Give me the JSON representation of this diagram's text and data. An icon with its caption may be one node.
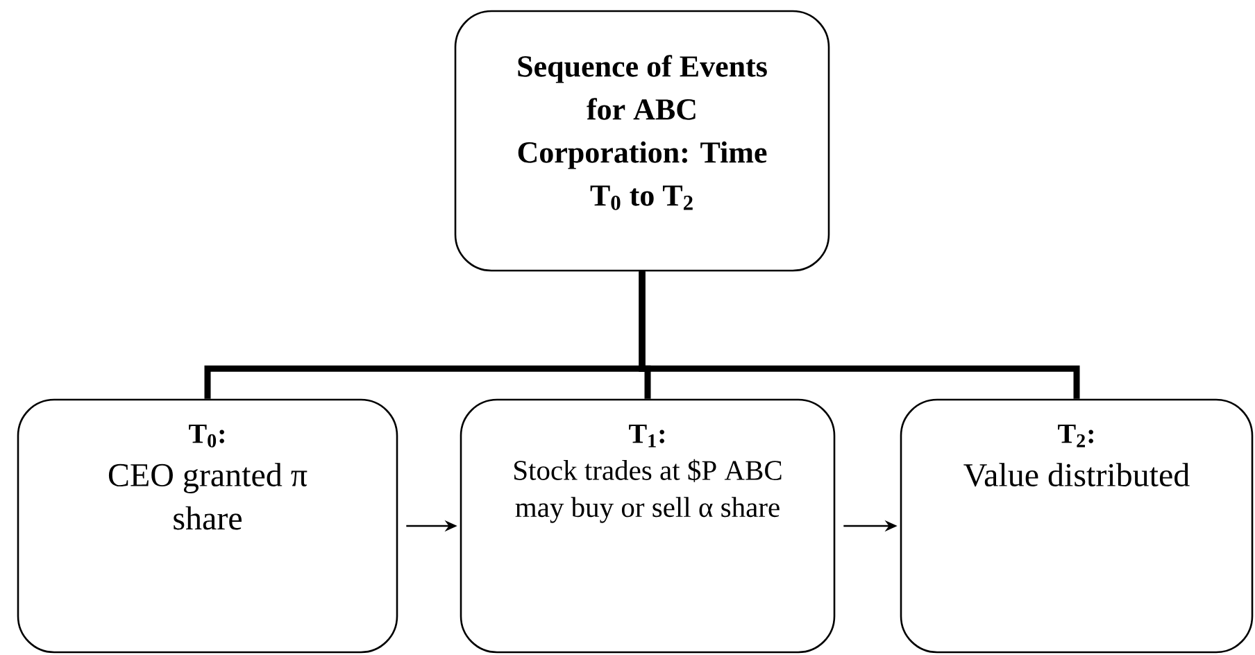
{
  "diagram": {
    "nodes": [
      {
        "text": [
          "Sequence of Events for ABC Corporation: Time T$_{0}$ to T$_{2}$"
        ]
      },
      {
        "text": [
          "T$_{0}$:",
          "CEO granted π share"
        ]
      },
      {
        "text": [
          "T$_{1}$:",
          "Stock trades at $P ABC may buy or sell α share"
        ]
      },
      {
        "text": [
          "T$_{2}$:",
          "Value distributed"
        ]
      }
    ],
    "edges": [
      {
        "from": 0,
        "to": 1,
        "arrow": "none"
      },
      {
        "from": 0,
        "to": 2,
        "arrow": "none"
      },
      {
        "from": 0,
        "to": 3,
        "arrow": "none"
      },
      {
        "from": 1,
        "to": 2,
        "arrow": "to"
      },
      {
        "from": 2,
        "to": 3,
        "arrow": "to"
      }
    ]
  }
}
